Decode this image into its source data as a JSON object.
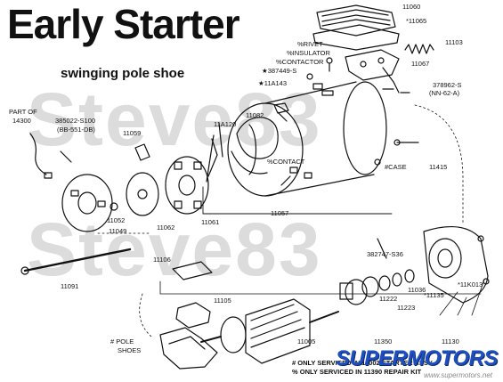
{
  "header": {
    "title": "Early Starter",
    "subtitle": "swinging pole shoe"
  },
  "watermark": {
    "line1": "Steve83",
    "line2": "Steve83"
  },
  "callouts": {
    "c11060": "11060",
    "c11065": "*11065",
    "c11103": "11103",
    "c11067": "11067",
    "rivet": "%RIVET",
    "insulator": "%INSULATOR",
    "contactor": "%CONTACTOR",
    "c387449": "★387449-S",
    "c11a143": "★11A143",
    "c378962": "378962-S",
    "c378962b": "(NN-62-A)",
    "partof": "PART OF",
    "c14300": "14300",
    "c385022": "385022-S100",
    "c385022b": "(BB-551-DB)",
    "c11059": "11059",
    "c11a120": "11A120",
    "c11082": "11082",
    "contact": "%CONTACT",
    "case": "#CASE",
    "c11415": "11415",
    "c11052": "11052",
    "c11049": "11049",
    "c11062": "11062",
    "c11061": "11061",
    "c11057": "11057",
    "c382747": "382747-S36",
    "c11k013": "*11K013",
    "c11135": "*11135",
    "c11036": "11036",
    "c11222": "11222",
    "c11223": "11223",
    "c11091": "11091",
    "c11106": "11106",
    "c11105": "11105",
    "c11005": "11005",
    "c11350": "11350",
    "c11130": "11130",
    "poleshoes": "# POLE",
    "poleshoes2": "SHOES"
  },
  "footnotes": {
    "line1": "# ONLY SERVICED IN 11002 STARTER ASSY",
    "line2": "% ONLY SERVICED IN 11390 REPAIR KIT"
  },
  "logo": {
    "brand": "SUPERMOTORS",
    "url": "www.supermotors.net"
  }
}
